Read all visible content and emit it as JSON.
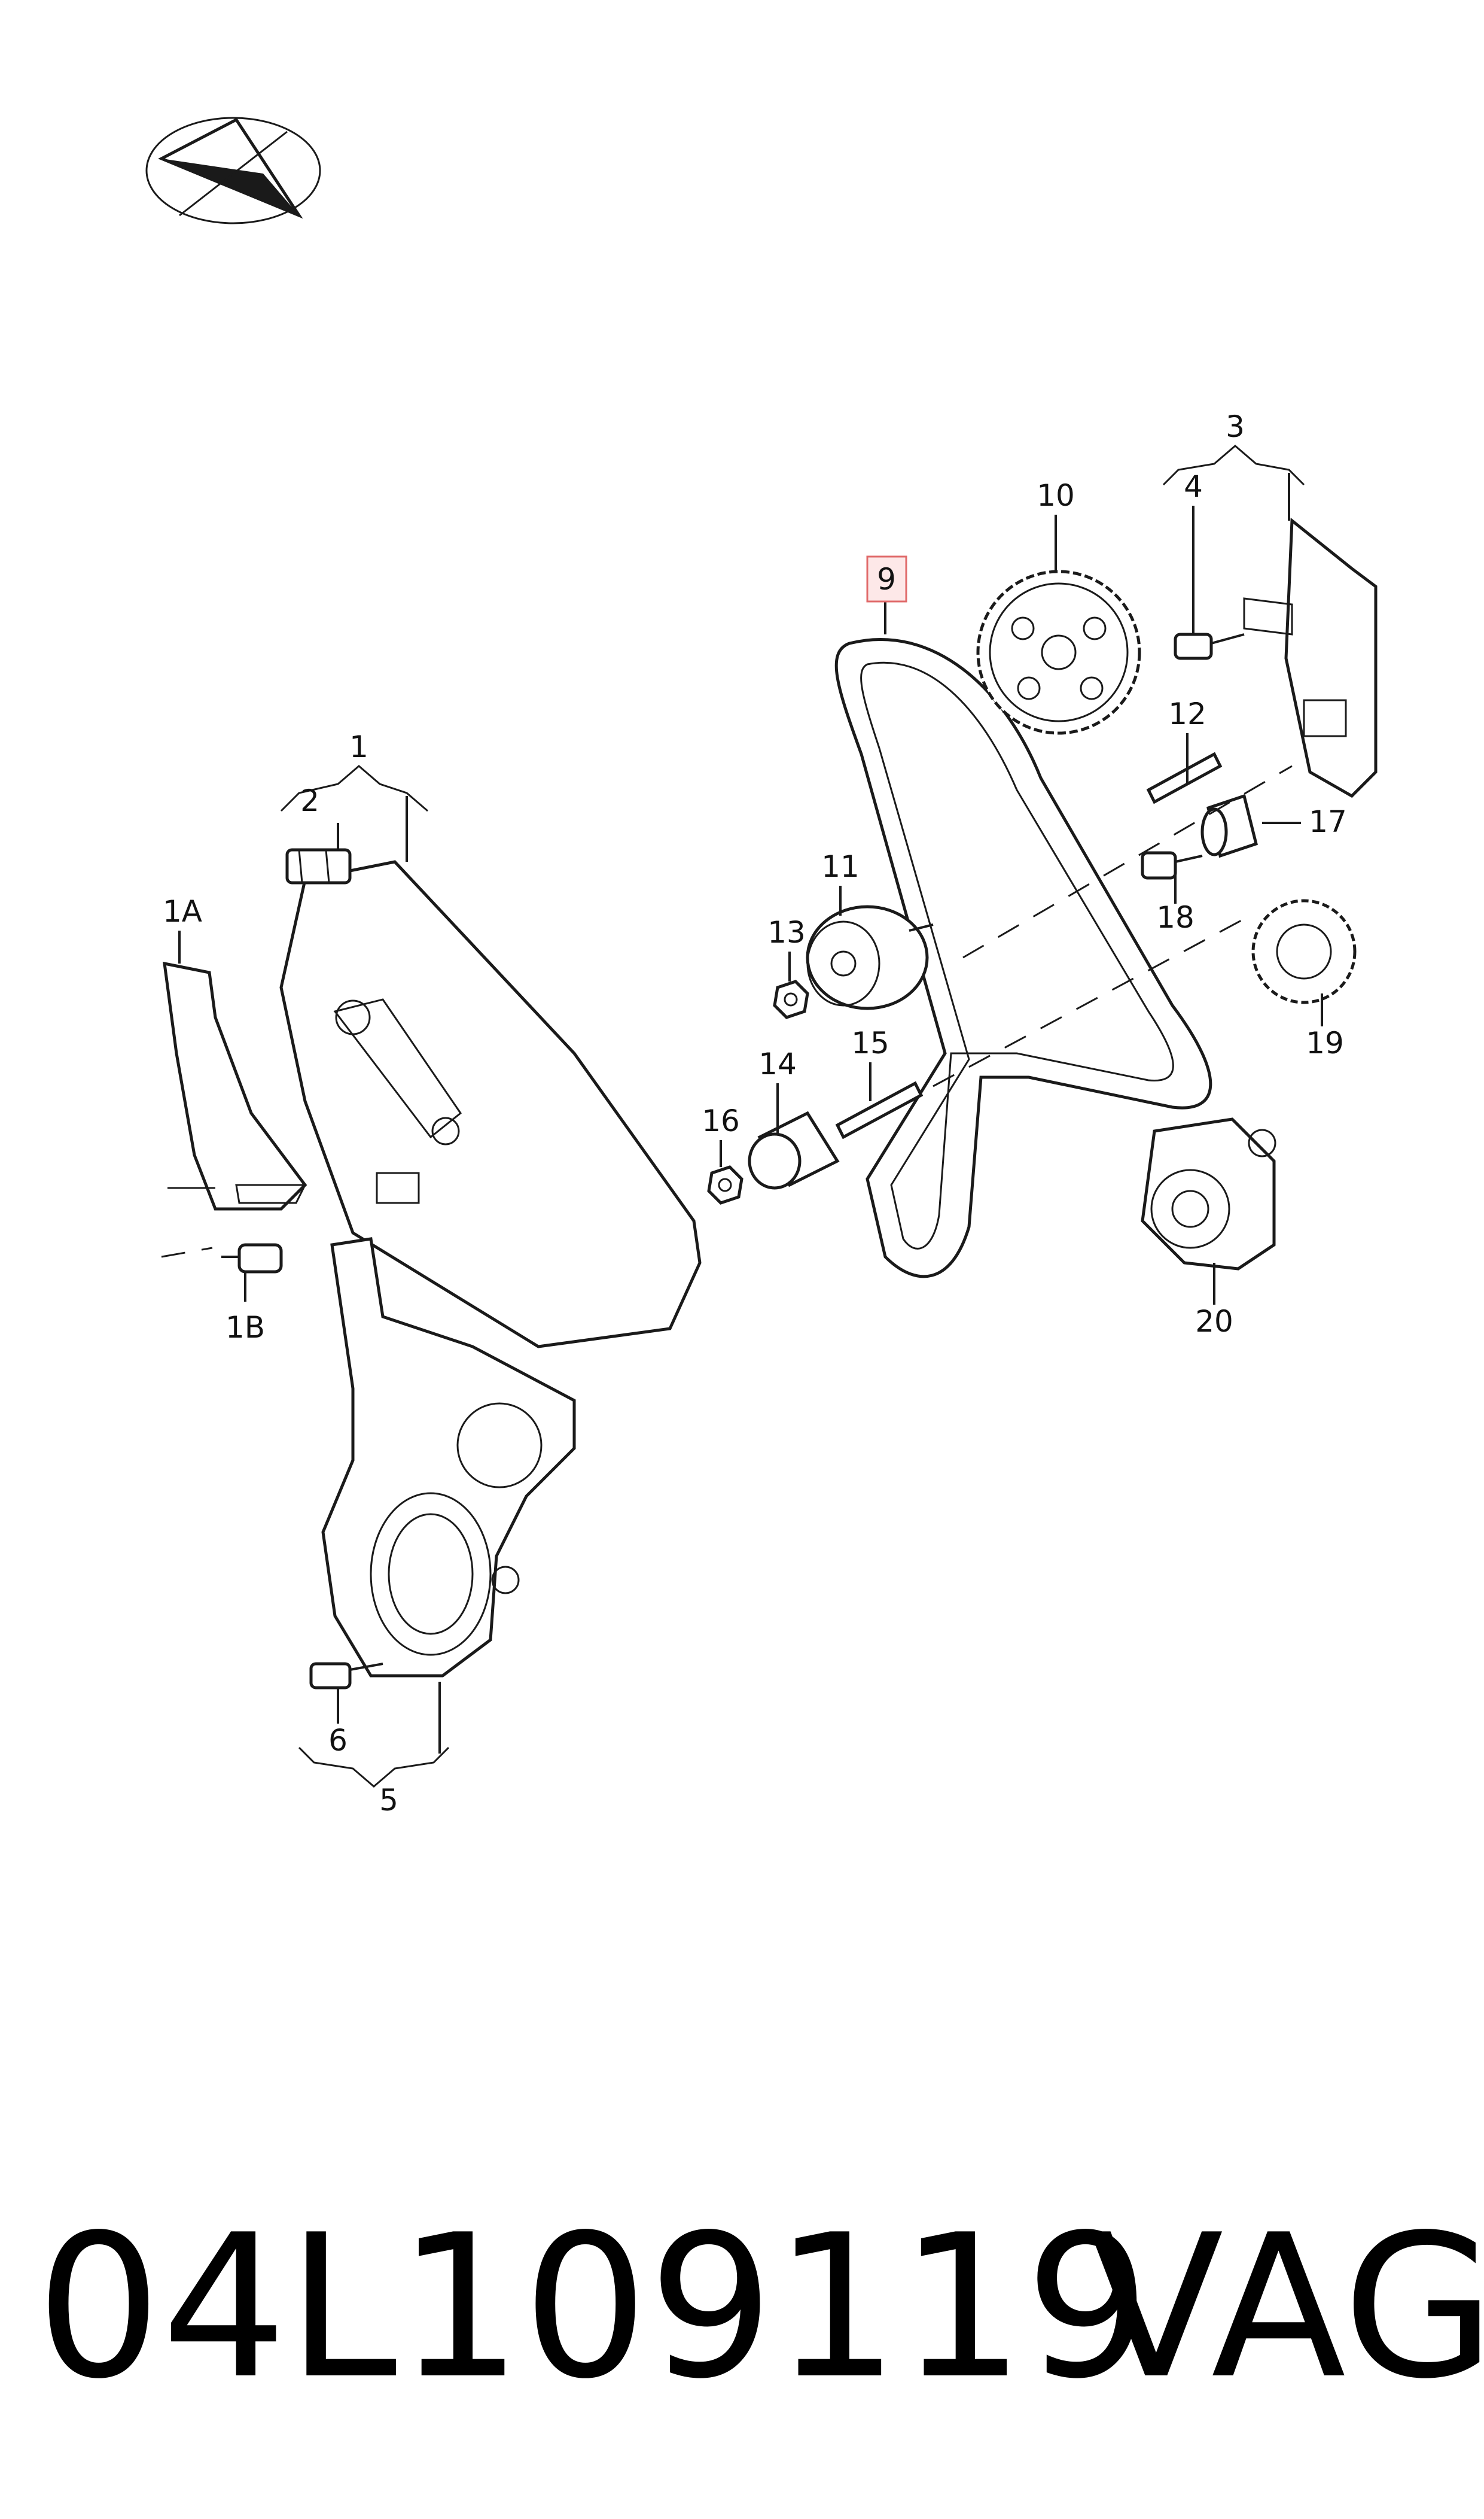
{
  "footer": {
    "part_number": "04L109119",
    "brand": "VAG"
  },
  "highlight_color": "#e06a6a",
  "callouts": {
    "c1": "1",
    "c1a": "1A",
    "c1b": "1B",
    "c2": "2",
    "c3": "3",
    "c4": "4",
    "c5": "5",
    "c6": "6",
    "c9": "9",
    "c10": "10",
    "c11": "11",
    "c12": "12",
    "c13": "13",
    "c14": "14",
    "c15": "15",
    "c16": "16",
    "c17": "17",
    "c18": "18",
    "c19": "19",
    "c20": "20"
  },
  "highlighted_callout": "9",
  "icons": [
    "brand-logo-icon"
  ]
}
